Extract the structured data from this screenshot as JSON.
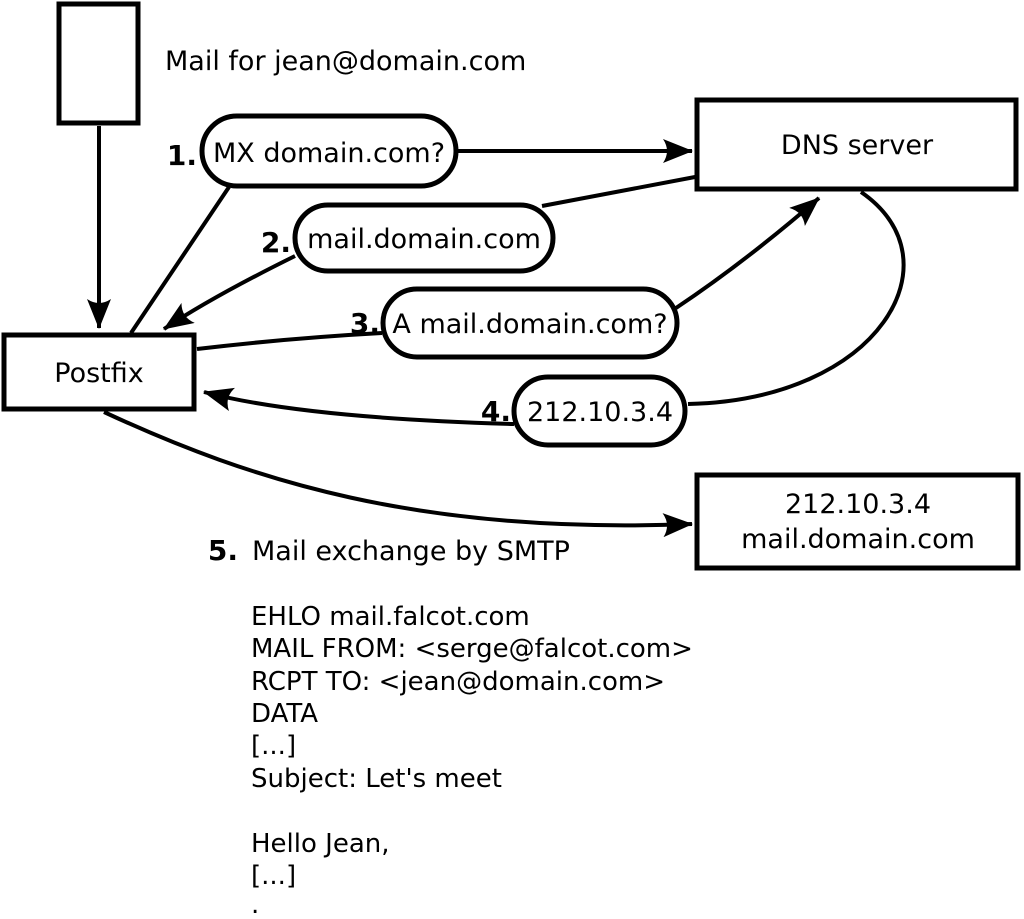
{
  "note": "Mail for jean@domain.com",
  "nodes": {
    "postfix": "Postfix",
    "dns": "DNS server",
    "mail_server": {
      "line1": "212.10.3.4",
      "line2": "mail.domain.com"
    }
  },
  "steps": [
    {
      "num": "1.",
      "label": "MX domain.com?"
    },
    {
      "num": "2.",
      "label": "mail.domain.com"
    },
    {
      "num": "3.",
      "label": "A mail.domain.com?"
    },
    {
      "num": "4.",
      "label": "212.10.3.4"
    },
    {
      "num": "5.",
      "label": "Mail exchange by SMTP"
    }
  ],
  "smtp": {
    "lines": [
      "EHLO mail.falcot.com",
      "MAIL FROM: <serge@falcot.com>",
      "RCPT TO: <jean@domain.com>",
      "DATA",
      "[...]",
      "Subject: Let's meet",
      "",
      "Hello Jean,",
      "[...]",
      "."
    ]
  },
  "colors": {
    "ink": "#000000",
    "background": "#ffffff"
  }
}
